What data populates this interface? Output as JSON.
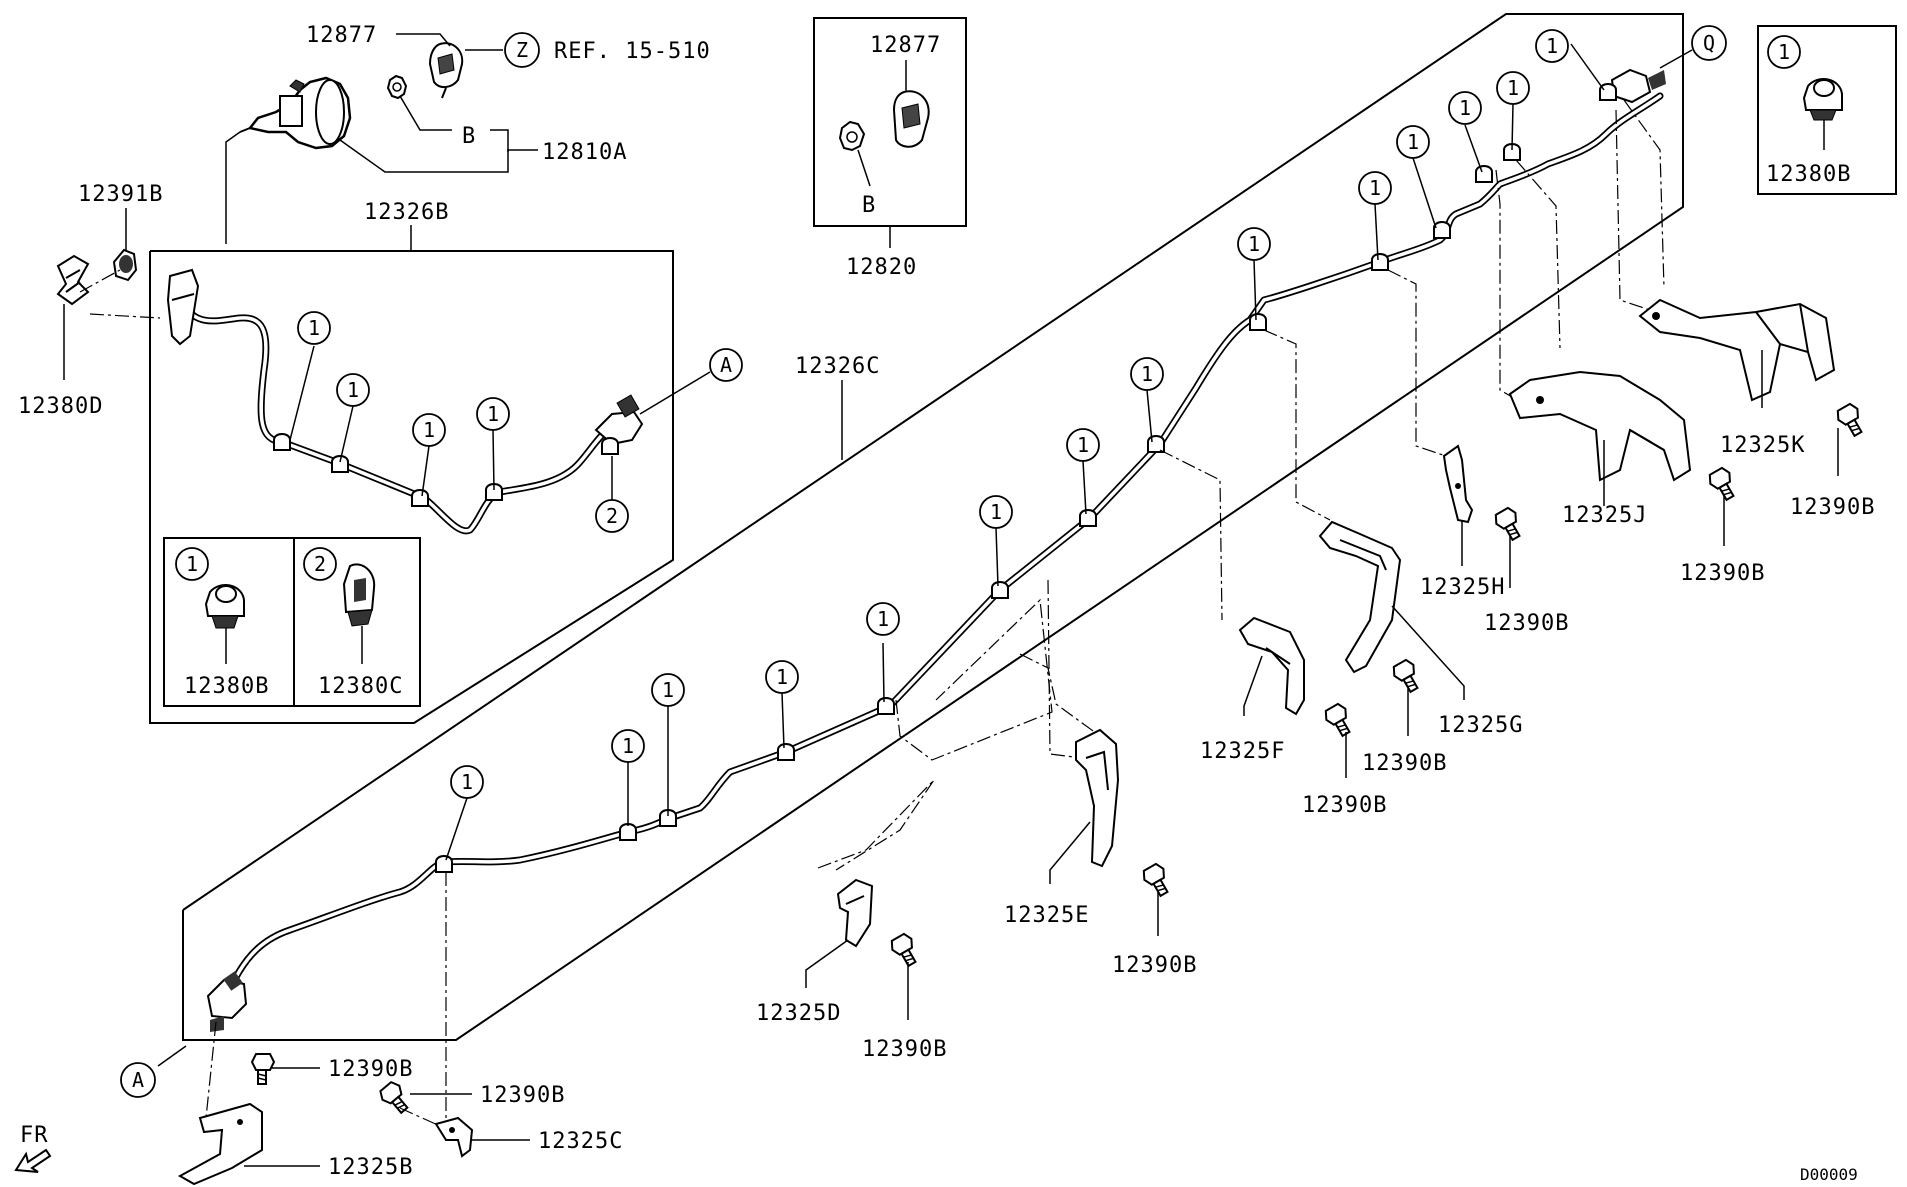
{
  "labels": {
    "p12877_top": "12877",
    "ref_circle": "Z",
    "ref_text": "REF. 15-510",
    "b_top": "B",
    "p12810A": "12810A",
    "p12391B": "12391B",
    "p12326B": "12326B",
    "p12380D": "12380D",
    "inset_a_right": "A",
    "clip2_circle": "2",
    "inset_left_circle": "1",
    "inset_left_part": "12380B",
    "inset_right_circle": "2",
    "inset_right_part": "12380C",
    "p12877_box": "12877",
    "b_box": "B",
    "p12820": "12820",
    "p12326C": "12326C",
    "q_circle": "Q",
    "inset_tr_circle": "1",
    "inset_tr_part": "12380B",
    "p12325K": "12325K",
    "p12390B_k": "12390B",
    "p12325J": "12325J",
    "p12390B_j": "12390B",
    "p12325H": "12325H",
    "p12390B_h": "12390B",
    "p12325G": "12325G",
    "p12390B_g": "12390B",
    "p12325F": "12325F",
    "p12390B_f": "12390B",
    "p12325E": "12325E",
    "p12390B_e": "12390B",
    "p12325D": "12325D",
    "p12390B_d": "12390B",
    "a_bottom": "A",
    "p12390B_b": "12390B",
    "p12390B_c": "12390B",
    "p12325C": "12325C",
    "p12325B": "12325B",
    "fr": "FR",
    "diagram_id": "D00009"
  },
  "clip_callout": "1",
  "icons": [
    "brake-pipe",
    "pipe-clip",
    "bolt",
    "bracket",
    "front-arrow"
  ]
}
